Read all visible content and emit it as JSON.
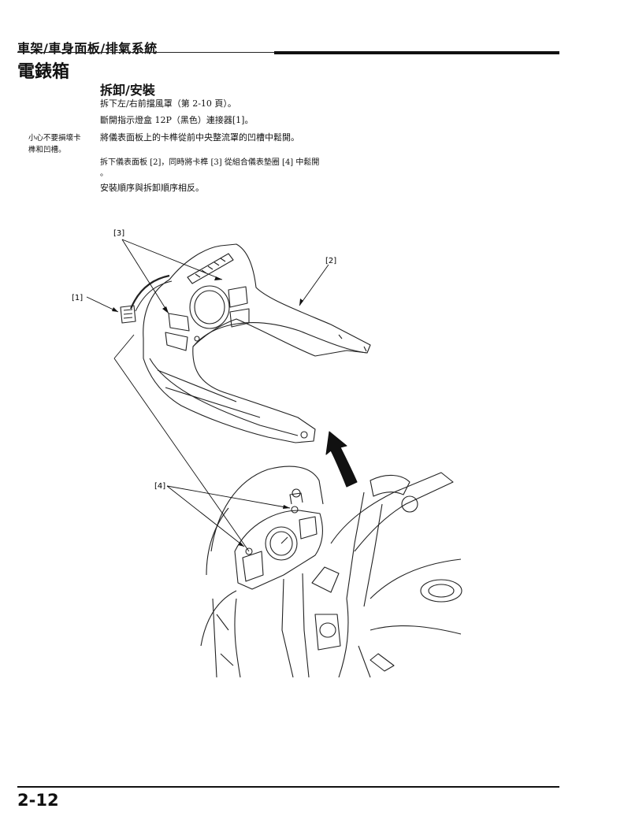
{
  "header": {
    "section": "車架/車身面板/排氣系統",
    "title": "電錶箱"
  },
  "procedure": {
    "heading": "拆卸/安裝",
    "steps": [
      "拆下左/右前擋風罩（第 2-10 頁）。",
      "斷開指示燈盒 12P（黑色）連接器[1]。",
      "將儀表面板上的卡榫從前中央整流罩的凹槽中鬆開。",
      "拆下儀表面板 [2]，同時將卡榫 [3] 從組合儀表墊圈 [4] 中鬆開",
      "。",
      "安裝順序與拆卸順序相反。"
    ],
    "caution": [
      "小心不要損壞卡",
      "榫和凹槽。"
    ]
  },
  "figure": {
    "callouts": [
      "[1]",
      "[2]",
      "[3]",
      "[4]"
    ]
  },
  "footer": {
    "page_number": "2-12"
  }
}
